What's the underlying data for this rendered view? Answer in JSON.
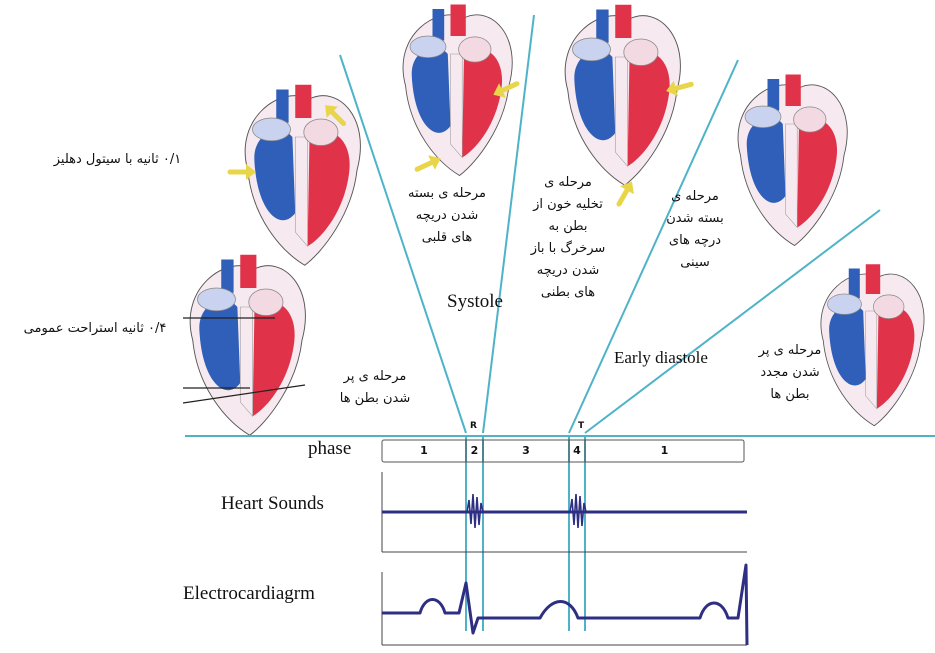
{
  "labels": {
    "atrial_systole": "۰/۱ ثانیه با سیتول دهلیز",
    "general_rest": "۰/۴ ثانیه استراحت عمومی",
    "valve_closure": "مرحله ی بسته\nشدن دریچه\nهای قلبی",
    "ejection": "مرحله ی\nتخلیه خون از\nبطن به\nسرخرگ با باز\nشدن دریچه\nهای بطنی",
    "semilunar_closure": "مرحله ی\nبسته شدن\nدرچه های\nسینی",
    "filling": "مرحله ی پر\nشدن بطن ها",
    "refilling": "مرحله ی پر\nشدن مجدد\nبطن ها",
    "systole": "Systole",
    "early_diastole": "Early diastole"
  },
  "rows": {
    "phase": "phase",
    "heart_sounds": "Heart Sounds",
    "ecg": "Electrocardiagrm"
  },
  "phases": [
    "1",
    "2",
    "3",
    "4",
    "1"
  ],
  "waves": {
    "r": "R",
    "t": "T"
  },
  "colors": {
    "line": "#4fb3c8",
    "trace": "#2e2f82",
    "red": "#e0334a",
    "blue": "#2f5fb8",
    "pink": "#f4dfe6"
  }
}
